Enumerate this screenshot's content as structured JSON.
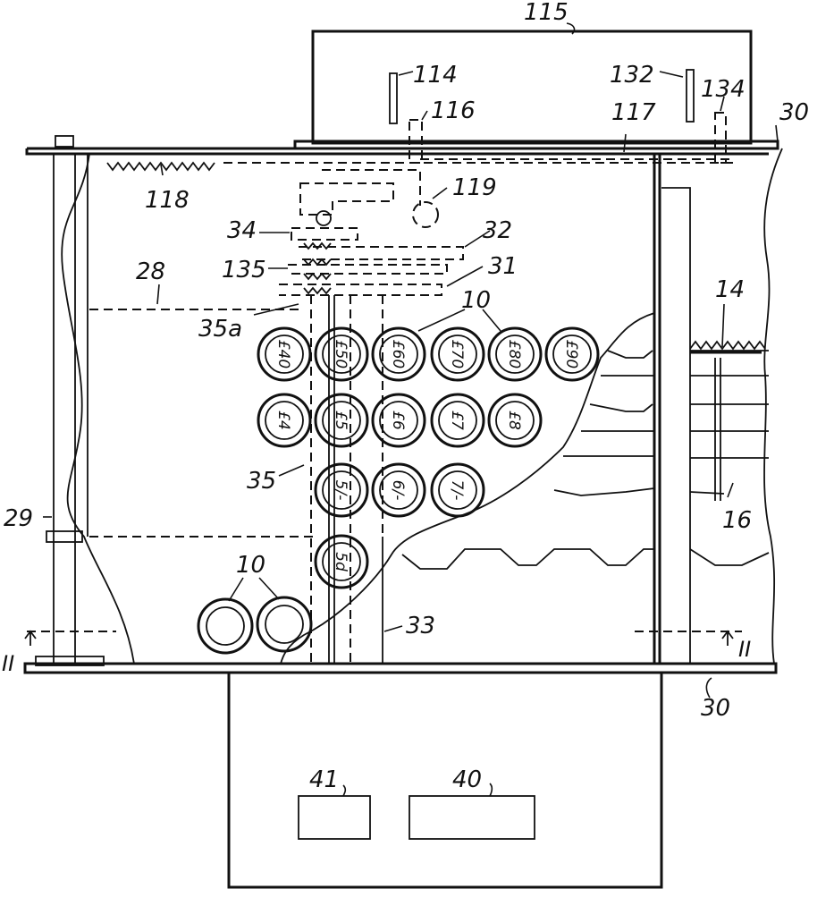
{
  "labels": {
    "l115": "115",
    "l114": "114",
    "l132": "132",
    "l134": "134",
    "l116": "116",
    "l117": "117",
    "l30_top": "30",
    "l118": "118",
    "l119": "119",
    "l34": "34",
    "l32": "32",
    "l28": "28",
    "l135": "135",
    "l31": "31",
    "l14": "14",
    "l35a": "35a",
    "l10_top": "10",
    "l35": "35",
    "l16": "16",
    "l29": "29",
    "l10_bottom": "10",
    "l33": "33",
    "l30_bottom": "30",
    "l41": "41",
    "l40": "40",
    "sec_left": "II",
    "sec_right": "II"
  },
  "coins": [
    "£40",
    "£50",
    "£60",
    "£70",
    "£80",
    "£90",
    "£4",
    "£5",
    "£6",
    "£7",
    "£8",
    "5/-",
    "6/-",
    "7/-",
    "5d"
  ]
}
